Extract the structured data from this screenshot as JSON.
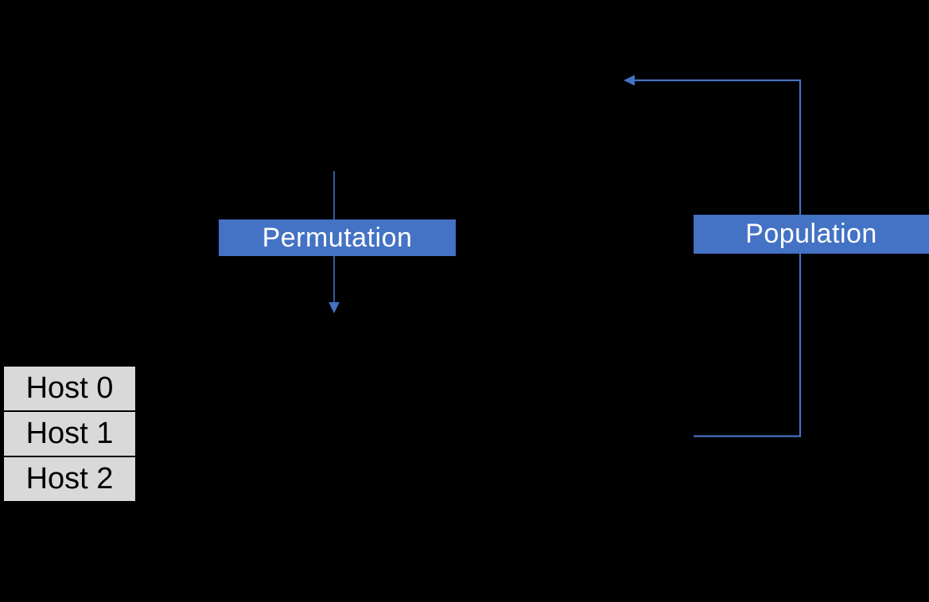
{
  "diagram": {
    "background_color": "#000000",
    "accent_blue": "#4472C4",
    "labels": {
      "permutation": "Permutation",
      "population": "Population"
    },
    "hosts": [
      {
        "label": "Host 0"
      },
      {
        "label": "Host 1"
      },
      {
        "label": "Host 2"
      }
    ],
    "host_style": {
      "fill": "#D9D9D9",
      "border": "#000000",
      "text_color": "#000000"
    },
    "connectors": [
      {
        "name": "permutation-down-arrow",
        "direction": "down",
        "color": "#4472C4"
      },
      {
        "name": "population-loop-arrow",
        "direction": "left",
        "shape": "elbow-loop",
        "color": "#4472C4"
      }
    ]
  }
}
